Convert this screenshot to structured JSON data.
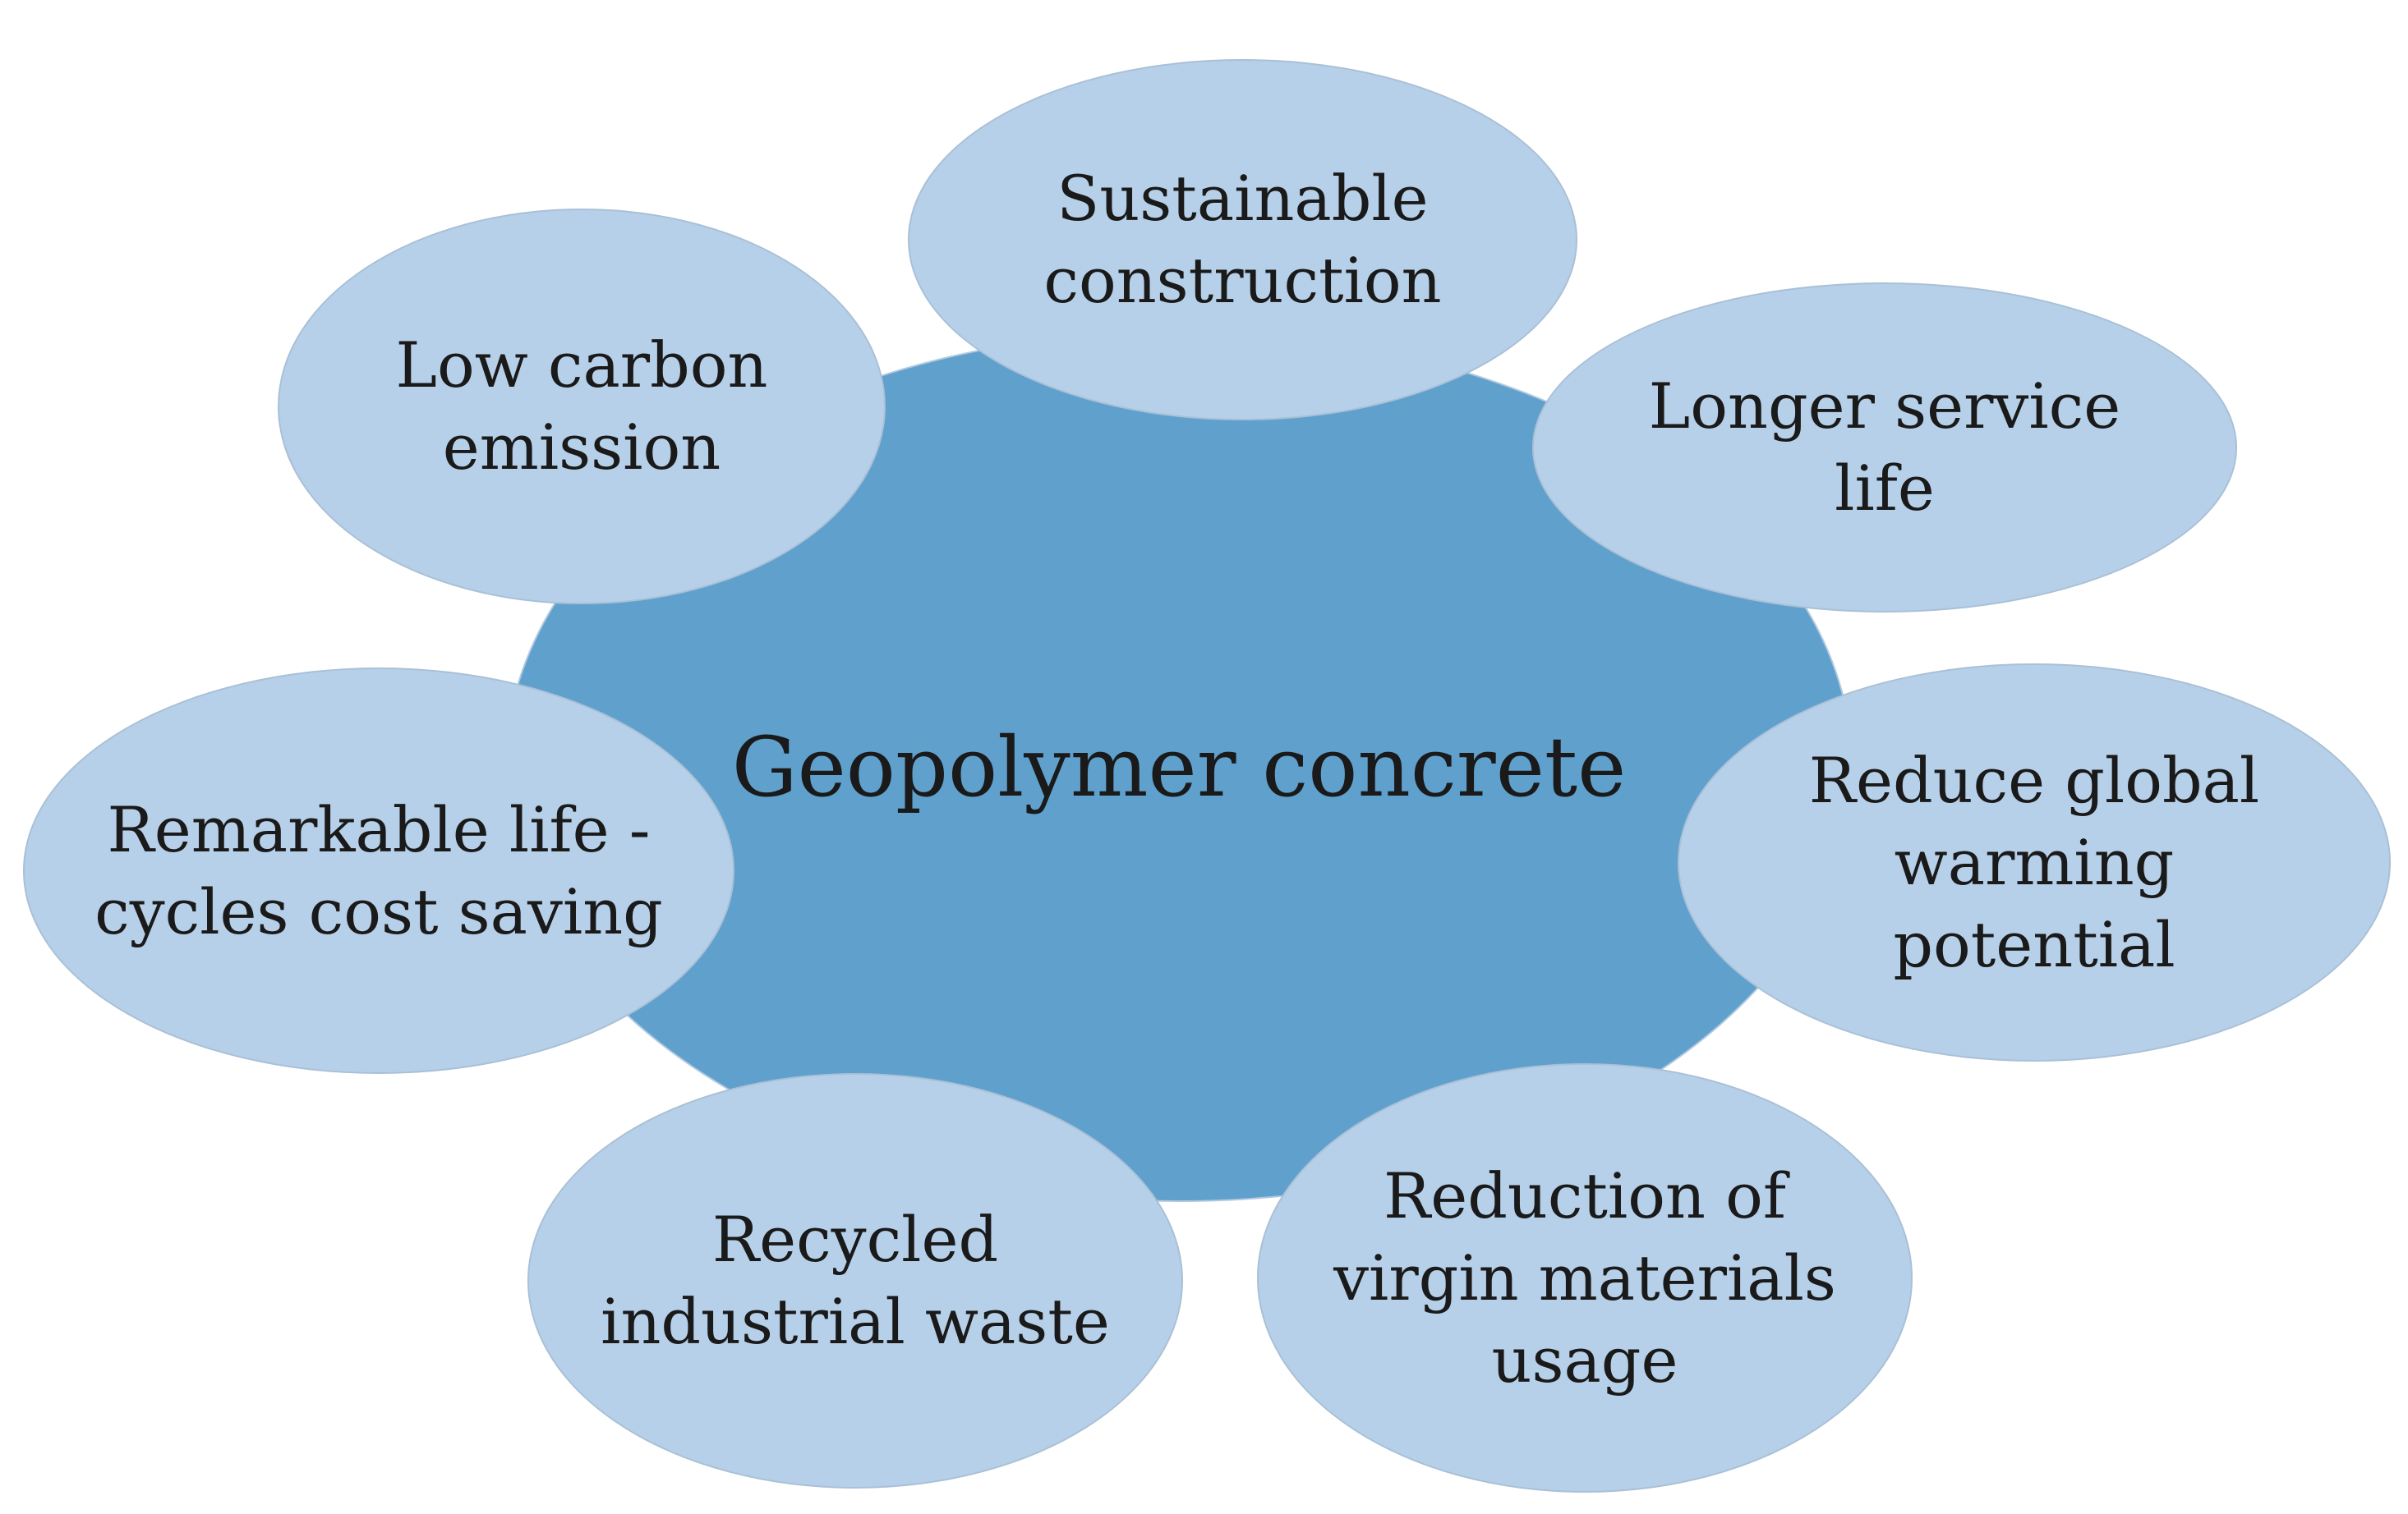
{
  "diagram": {
    "center": {
      "label": "Geopolymer concrete"
    },
    "nodes": [
      {
        "id": "sustainable-construction",
        "label": "Sustainable\nconstruction"
      },
      {
        "id": "longer-service-life",
        "label": "Longer service\nlife"
      },
      {
        "id": "reduce-global-warming",
        "label": "Reduce global\nwarming\npotential"
      },
      {
        "id": "reduction-virgin-materials",
        "label": "Reduction of\nvirgin materials\nusage"
      },
      {
        "id": "recycled-industrial-waste",
        "label": "Recycled\nindustrial waste"
      },
      {
        "id": "life-cycle-cost-saving",
        "label": "Remarkable life -\ncycles cost saving"
      },
      {
        "id": "low-carbon-emission",
        "label": "Low carbon\nemission"
      }
    ],
    "colors": {
      "center_fill": "#5fa0cd",
      "node_fill": "#b7d0e9",
      "outline": "#a9c0d6",
      "text": "#1a1a1a"
    }
  }
}
